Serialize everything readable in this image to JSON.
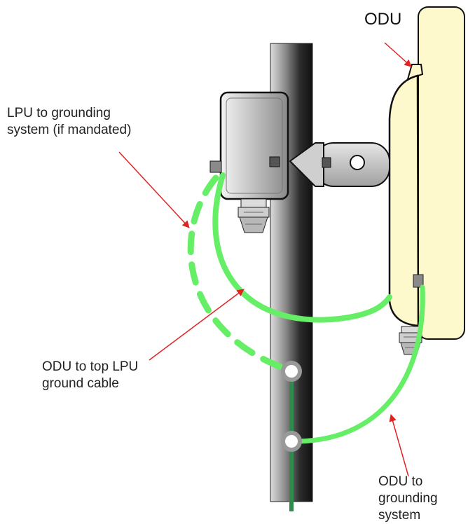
{
  "labels": {
    "odu": "ODU",
    "lpu_grounding_line1": "LPU to grounding",
    "lpu_grounding_line2": "system (if mandated)",
    "odu_top_lpu_line1": "ODU to top LPU",
    "odu_top_lpu_line2": "ground cable",
    "odu_grounding_line1": "ODU to",
    "odu_grounding_line2": "grounding",
    "odu_grounding_line3": "system"
  },
  "colors": {
    "cable_green": "#66ee66",
    "ground_wire_green": "#2e8b4e",
    "arrow_red": "#e22222",
    "odu_fill": "#fdf9cc",
    "lpu_fill": "#c9c9c9",
    "pole_dark": "#1a1a1a"
  }
}
